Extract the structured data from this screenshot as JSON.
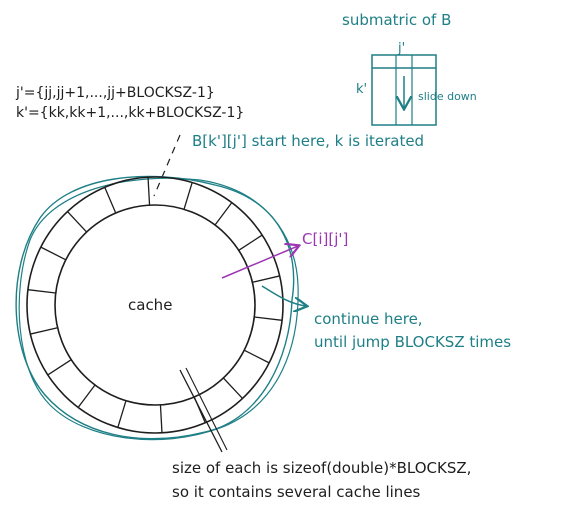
{
  "submatrix": {
    "title": "submatric of B",
    "col_label": "j'",
    "row_label": "k'",
    "direction_label": "slide down"
  },
  "ranges": {
    "j_prime": "j'={jj,jj+1,...,jj+BLOCKSZ-1}",
    "k_prime": "k'={kk,kk+1,...,kk+BLOCKSZ-1}"
  },
  "annotations": {
    "start_here": "B[k'][j'] start here, k is iterated",
    "target": "C[i][j']",
    "continue_line1": "continue here,",
    "continue_line2": "until jump BLOCKSZ times",
    "size_line1": "size of each is sizeof(double)*BLOCKSZ,",
    "size_line2": "so it contains several cache lines"
  },
  "cache": {
    "label": "cache",
    "segment_count": 18
  },
  "colors": {
    "teal": "#1e7f86",
    "purple": "#9c36b5",
    "ink": "#1e1e1e"
  }
}
